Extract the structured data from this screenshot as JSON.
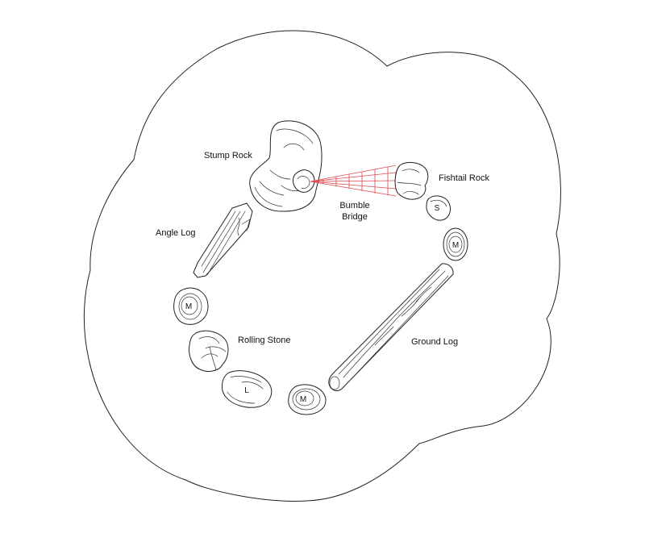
{
  "labels": {
    "stump_rock": "Stump Rock",
    "fishtail_rock": "Fishtail Rock",
    "bumble_bridge_line1": "Bumble",
    "bumble_bridge_line2": "Bridge",
    "angle_log": "Angle Log",
    "rolling_stone": "Rolling Stone",
    "ground_log": "Ground Log"
  },
  "markers": {
    "s": "S",
    "m_right": "M",
    "m_left": "M",
    "m_bottom": "M",
    "l": "L"
  },
  "colors": {
    "outline": "#222222",
    "bridge": "#e0474c",
    "background": "#ffffff"
  }
}
